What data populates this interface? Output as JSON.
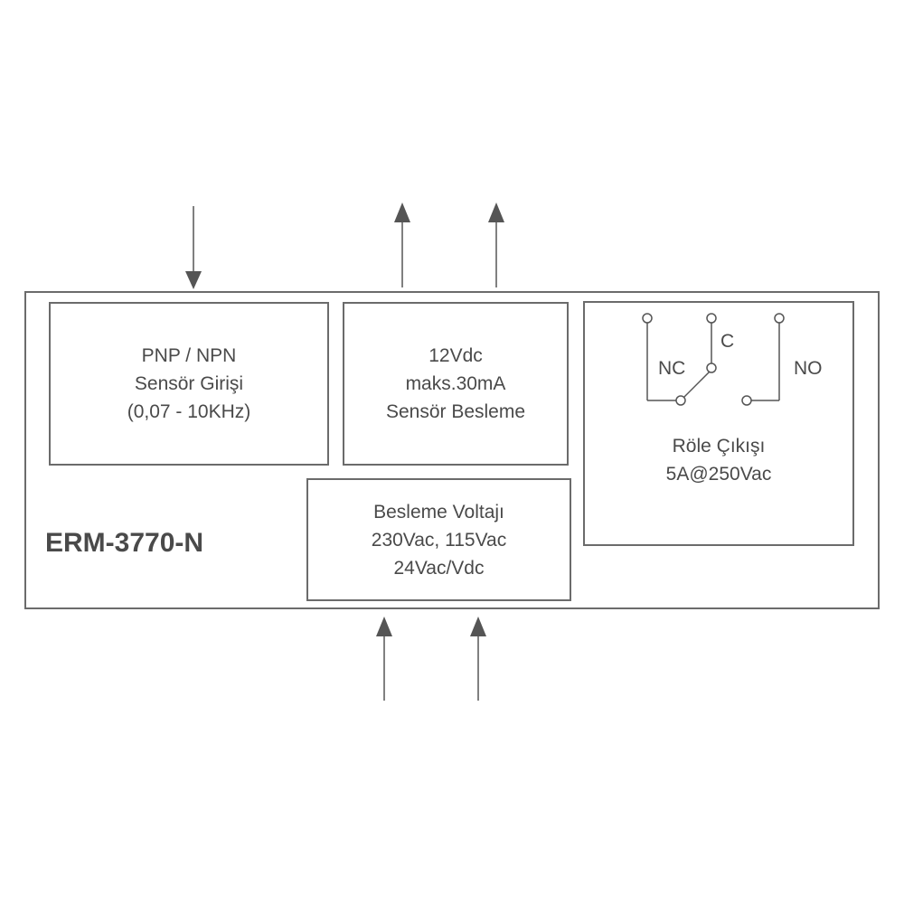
{
  "model": "ERM-3770-N",
  "sensor_input": {
    "lines": [
      "PNP / NPN",
      "Sensör Girişi",
      "(0,07 - 10KHz)"
    ]
  },
  "sensor_supply": {
    "lines": [
      "12Vdc",
      "maks.30mA",
      "Sensör Besleme"
    ]
  },
  "relay_output": {
    "lines": [
      "Röle Çıkışı",
      "5A@250Vac"
    ],
    "terminals": {
      "nc": "NC",
      "c": "C",
      "no": "NO"
    }
  },
  "supply_voltage": {
    "lines": [
      "Besleme Voltajı",
      "230Vac, 115Vac",
      "24Vac/Vdc"
    ]
  },
  "colors": {
    "line": "#6b6b6b",
    "arrow": "#555555",
    "text": "#4a4a4a"
  }
}
